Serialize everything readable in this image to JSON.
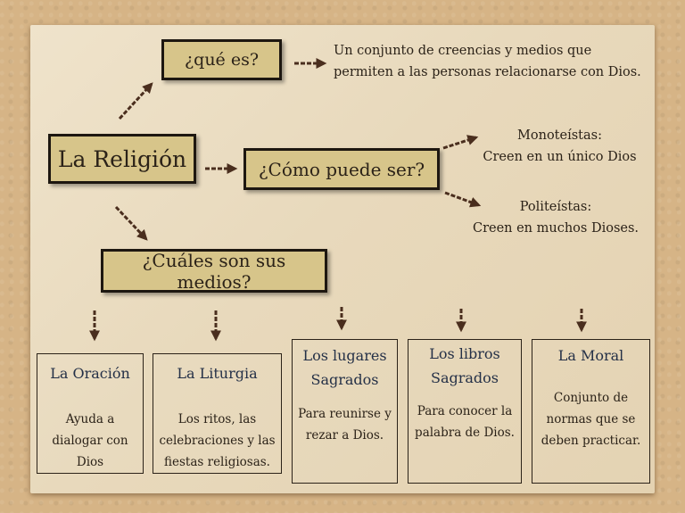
{
  "diagram": {
    "root": "La Religión",
    "question_what": "¿qué es?",
    "definition_line1": "Un conjunto de creencias y medios que",
    "definition_line2": "permiten a las personas relacionarse con Dios.",
    "question_how": "¿Cómo puede ser?",
    "monotheist_title": "Monoteístas:",
    "monotheist_desc": "Creen en un único Dios",
    "polytheist_title": "Politeístas:",
    "polytheist_desc": "Creen en muchos Dioses.",
    "question_means": "¿Cuáles son sus medios?",
    "means": [
      {
        "title": "La Oración",
        "desc": "Ayuda a dialogar con Dios"
      },
      {
        "title": "La Liturgia",
        "desc": "Los ritos, las celebraciones y las fiestas religiosas."
      },
      {
        "title": "Los lugares Sagrados",
        "desc": "Para reunirse y rezar a Dios."
      },
      {
        "title": "Los libros Sagrados",
        "desc": "Para conocer la palabra de Dios."
      },
      {
        "title": "La Moral",
        "desc": "Conjunto de normas que se deben practicar."
      }
    ]
  },
  "colors": {
    "box_fill": "#d7c58a",
    "arrow": "#4a2e1e",
    "card_title": "#243047"
  }
}
